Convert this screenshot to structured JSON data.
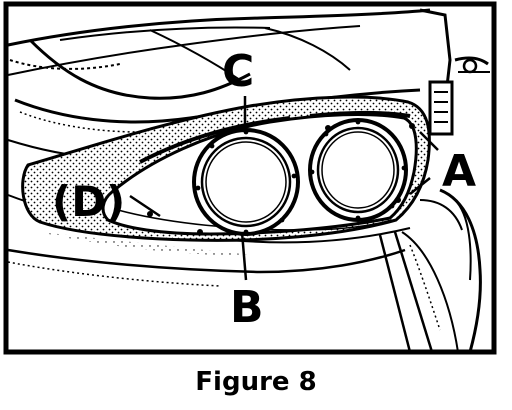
{
  "figure": {
    "caption": "Figure 8",
    "callouts": {
      "a": "A",
      "b": "B",
      "c": "C",
      "d": "(D)"
    },
    "colors": {
      "ink": "#000000",
      "paper": "#ffffff"
    }
  }
}
